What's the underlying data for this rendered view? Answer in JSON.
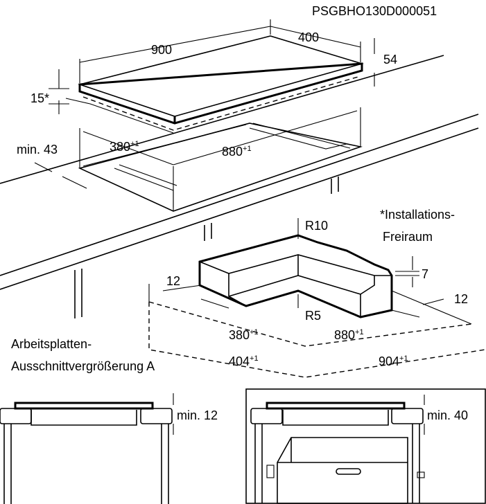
{
  "drawing_code": "PSGBHO130D000051",
  "dimensions": {
    "hob_width": "900",
    "hob_depth": "400",
    "hob_height": "54",
    "hob_offset": "15*",
    "min_wall": "min. 43",
    "cut_depth_main": "380",
    "cut_width_main": "880",
    "tolerance": "+1",
    "radius_outer": "R10",
    "radius_inner": "R5",
    "depth_7": "7",
    "gap_left": "12",
    "gap_right": "12",
    "cut_depth_detail": "380",
    "cut_width_detail": "880",
    "outer_depth": "404",
    "outer_width": "904",
    "min_12": "min. 12",
    "min_40": "min. 40"
  },
  "notes": {
    "installation_line1": "*Installations-",
    "installation_line2": "Freiraum",
    "enlargement_line1": "Arbeitsplatten-",
    "enlargement_line2": "Ausschnittvergrößerung A"
  }
}
